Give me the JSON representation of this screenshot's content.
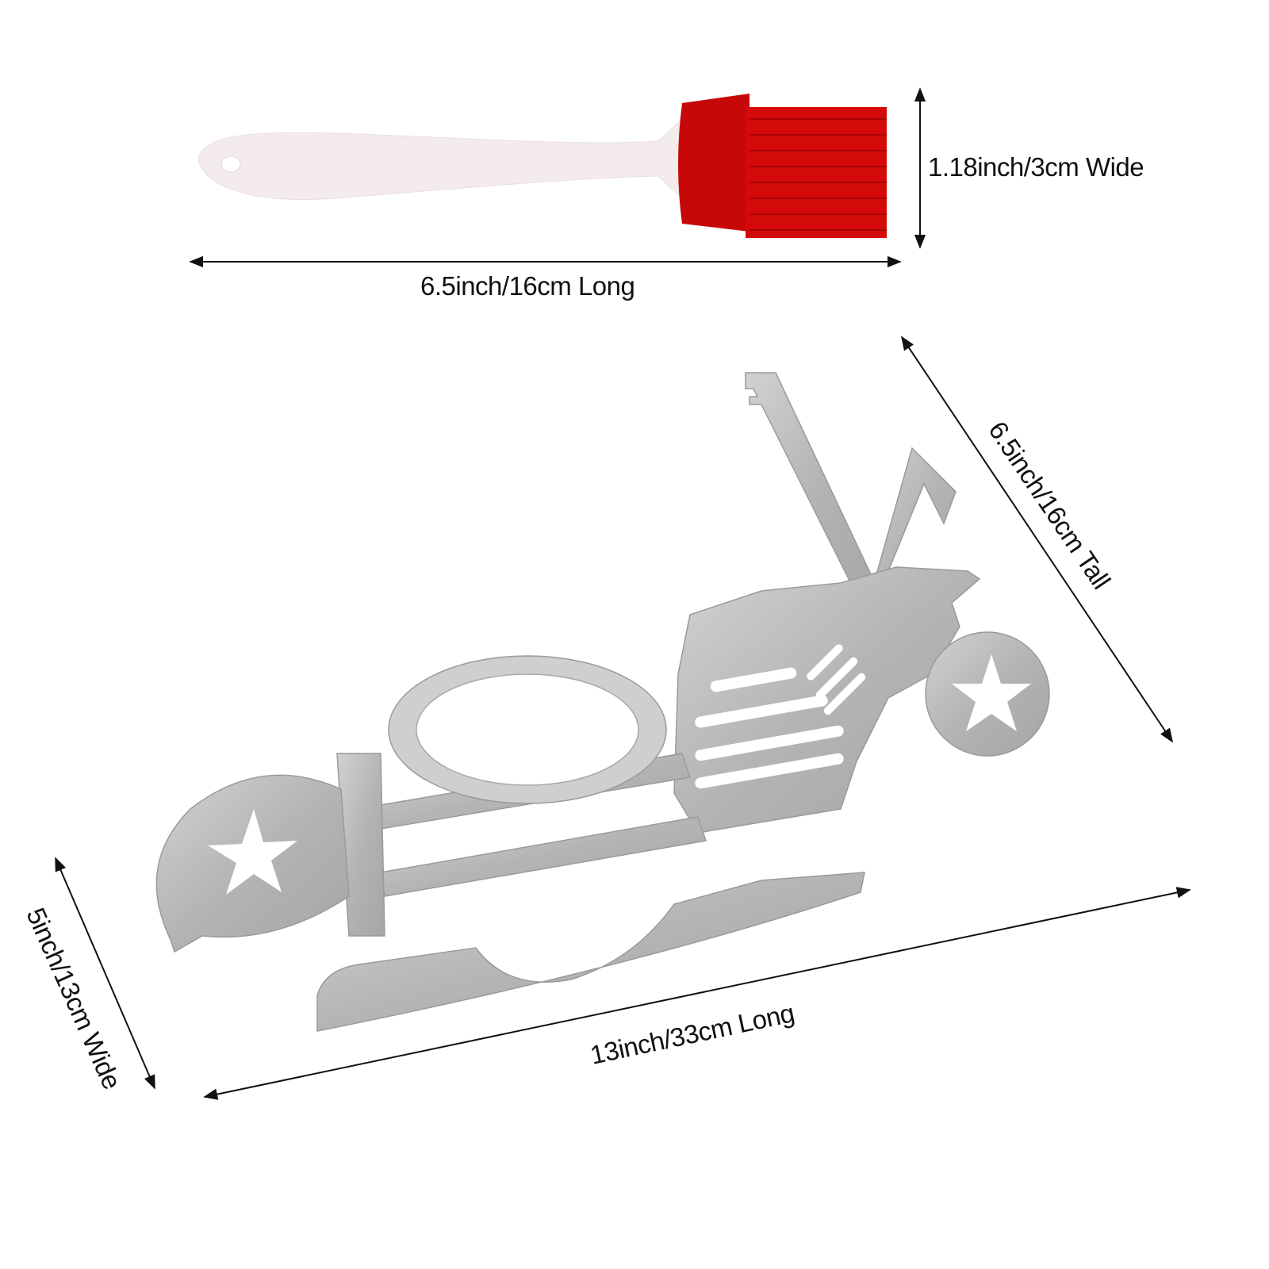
{
  "brush": {
    "width_label": "1.18inch/3cm Wide",
    "length_label": "6.5inch/16cm Long",
    "bristle_color": "#d40a0a",
    "handle_color": "#f6eeee"
  },
  "rack": {
    "height_label": "6.5inch/16cm Tall",
    "length_label": "13inch/33cm Long",
    "width_label": "5inch/13cm Wide",
    "metal_color": "#b9b9bb"
  }
}
